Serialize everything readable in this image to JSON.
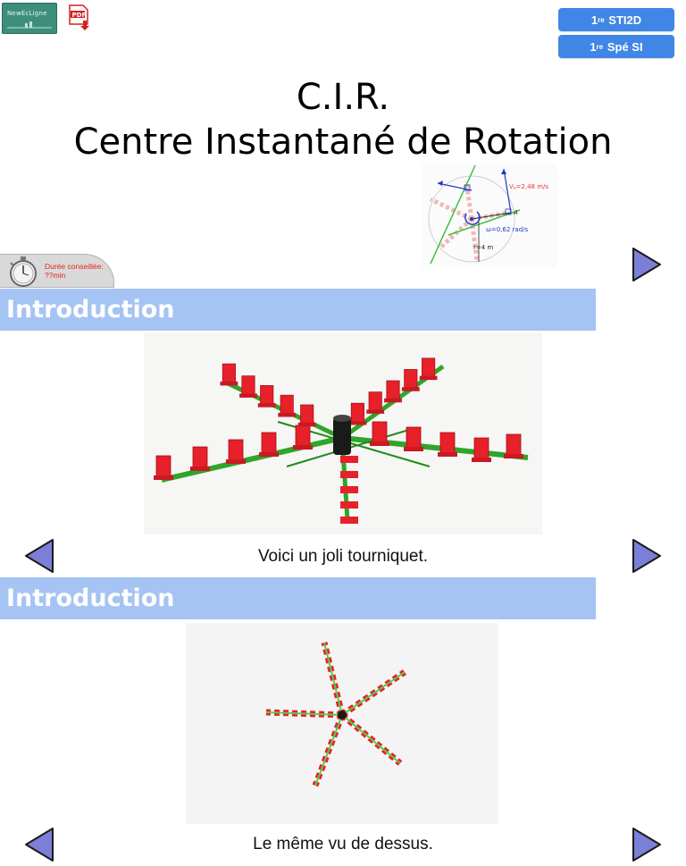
{
  "header": {
    "logo_text": "NewEcLigne",
    "levels": [
      {
        "sup": "re",
        "label": "1",
        "suffix": " STI2D"
      },
      {
        "sup": "re",
        "label": "1",
        "suffix": " Spé SI"
      }
    ]
  },
  "title": {
    "line1": "C.I.R.",
    "line2": "Centre Instantané de Rotation"
  },
  "diagram": {
    "velocity_label": "V",
    "velocity_sub": "A",
    "velocity_value": "=2,48 m/s",
    "point_label": "A",
    "omega_label": "ω=0,62 rad/s",
    "radius_label": "r=4 m"
  },
  "timer": {
    "line1": "Durée conseillée:",
    "line2": "??min"
  },
  "sections": [
    {
      "title": "Introduction",
      "caption": "Voici un joli tourniquet."
    },
    {
      "title": "Introduction",
      "caption": "Le même vu de dessus."
    }
  ],
  "colors": {
    "level_button": "#3f86e6",
    "section_header": "#a5c3f3",
    "arrow_fill": "#7b7fd8",
    "paddle_red": "#e8202a",
    "arm_green": "#2fa52a"
  }
}
